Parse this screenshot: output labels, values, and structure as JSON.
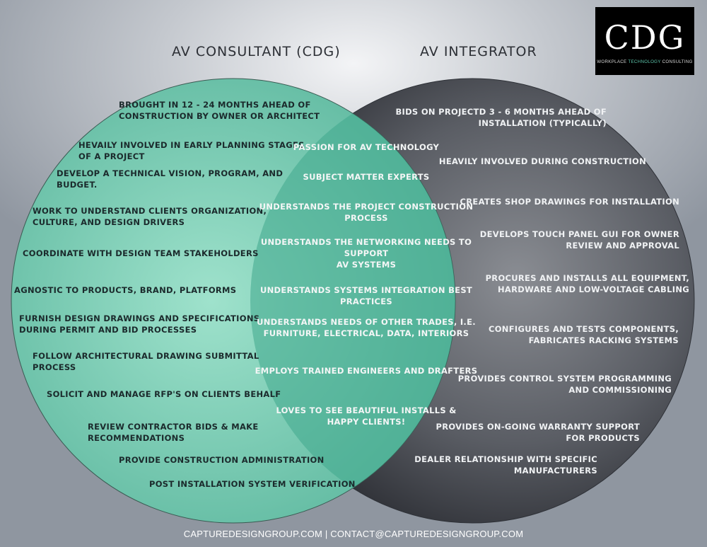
{
  "diagram": {
    "left_title": "AV CONSULTANT (CDG)",
    "right_title": "AV INTEGRATOR",
    "consultant_items": [
      "BROUGHT IN 12 - 24 MONTHS AHEAD OF\nCONSTRUCTION BY OWNER OR ARCHITECT",
      "HEVAILY INVOLVED IN EARLY PLANNING STAGES\nOF A PROJECT",
      "DEVELOP A TECHNICAL VISION, PROGRAM, AND\nBUDGET.",
      "WORK TO UNDERSTAND CLIENTS ORGANIZATION,\nCULTURE, AND DESIGN DRIVERS",
      "COORDINATE WITH DESIGN TEAM STAKEHOLDERS",
      "AGNOSTIC TO PRODUCTS, BRAND, PLATFORMS",
      "FURNISH DESIGN DRAWINGS AND SPECIFICATIONS\nDURING PERMIT AND BID PROCESSES",
      "FOLLOW ARCHITECTURAL DRAWING SUBMITTAL\nPROCESS",
      "SOLICIT AND MANAGE RFP'S ON CLIENTS BEHALF",
      "REVIEW CONTRACTOR BIDS & MAKE\nRECOMMENDATIONS",
      "PROVIDE CONSTRUCTION ADMINISTRATION",
      "POST INSTALLATION SYSTEM VERIFICATION"
    ],
    "shared_items": [
      "PASSION FOR AV TECHNOLOGY",
      "SUBJECT MATTER EXPERTS",
      "UNDERSTANDS THE PROJECT CONSTRUCTION\nPROCESS",
      "UNDERSTANDS THE NETWORKING NEEDS TO SUPPORT\nAV SYSTEMS",
      "UNDERSTANDS SYSTEMS INTEGRATION BEST PRACTICES",
      "UNDERSTANDS NEEDS OF OTHER TRADES, I.E.\nFURNITURE, ELECTRICAL, DATA, INTERIORS",
      "EMPLOYS TRAINED ENGINEERS AND DRAFTERS",
      "LOVES TO SEE BEAUTIFUL INSTALLS &\nHAPPY CLIENTS!"
    ],
    "integrator_items": [
      "BIDS ON PROJECTD 3 - 6 MONTHS AHEAD OF\nINSTALLATION (TYPICALLY)",
      "HEAVILY INVOLVED DURING CONSTRUCTION",
      "CREATES SHOP DRAWINGS FOR INSTALLATION",
      "DEVELOPS TOUCH PANEL GUI FOR OWNER\nREVIEW AND APPROVAL",
      "PROCURES AND INSTALLS ALL EQUIPMENT,\nHARDWARE AND LOW-VOLTAGE CABLING",
      "CONFIGURES AND TESTS COMPONENTS,\nFABRICATES RACKING SYSTEMS",
      "PROVIDES CONTROL SYSTEM PROGRAMMING\nAND COMMISSIONING",
      "PROVIDES ON-GOING WARRANTY SUPPORT\nFOR PRODUCTS",
      "DEALER RELATIONSHIP WITH SPECIFIC\nMANUFACTURERS"
    ]
  },
  "logo": {
    "mark": "CDG",
    "tagline_start": "WORKPLACE ",
    "tagline_accent": "TECHNOLOGY",
    "tagline_end": " CONSULTING"
  },
  "footer": {
    "text": "CAPTUREDESIGNGROUP.COM | CONTACT@CAPTUREDESIGNGROUP.COM"
  },
  "colors": {
    "consultant_circle": "#7fd0b7",
    "integrator_circle": "#5d6067",
    "overlap": "#4fb89c",
    "logo_accent": "#5ec7ad"
  }
}
